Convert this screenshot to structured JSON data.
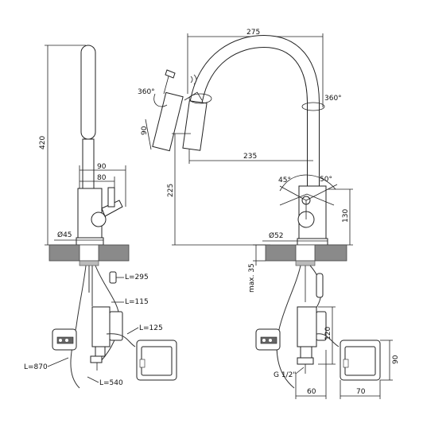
{
  "dimensions": {
    "total_height": "420",
    "top_offset": "90",
    "handle_offset": "80",
    "base_diameter_left": "Ø45",
    "hose_295": "L=295",
    "hose_115": "L=115",
    "hose_125": "L=125",
    "hose_870": "L=870",
    "hose_540": "L=540",
    "rotation_left": "360°",
    "spray_angle": "90",
    "reach": "275",
    "rotation_right": "360°",
    "spout_height": "225",
    "spout_reach": "235",
    "angle_45": "45°",
    "angle_50": "50°",
    "handle_height": "130",
    "base_diameter_right": "Ø52",
    "max_thickness": "max. 35",
    "valve_height": "120",
    "thread": "G 1/2\"",
    "valve_width": "60",
    "box_height": "90",
    "box_width": "70"
  }
}
